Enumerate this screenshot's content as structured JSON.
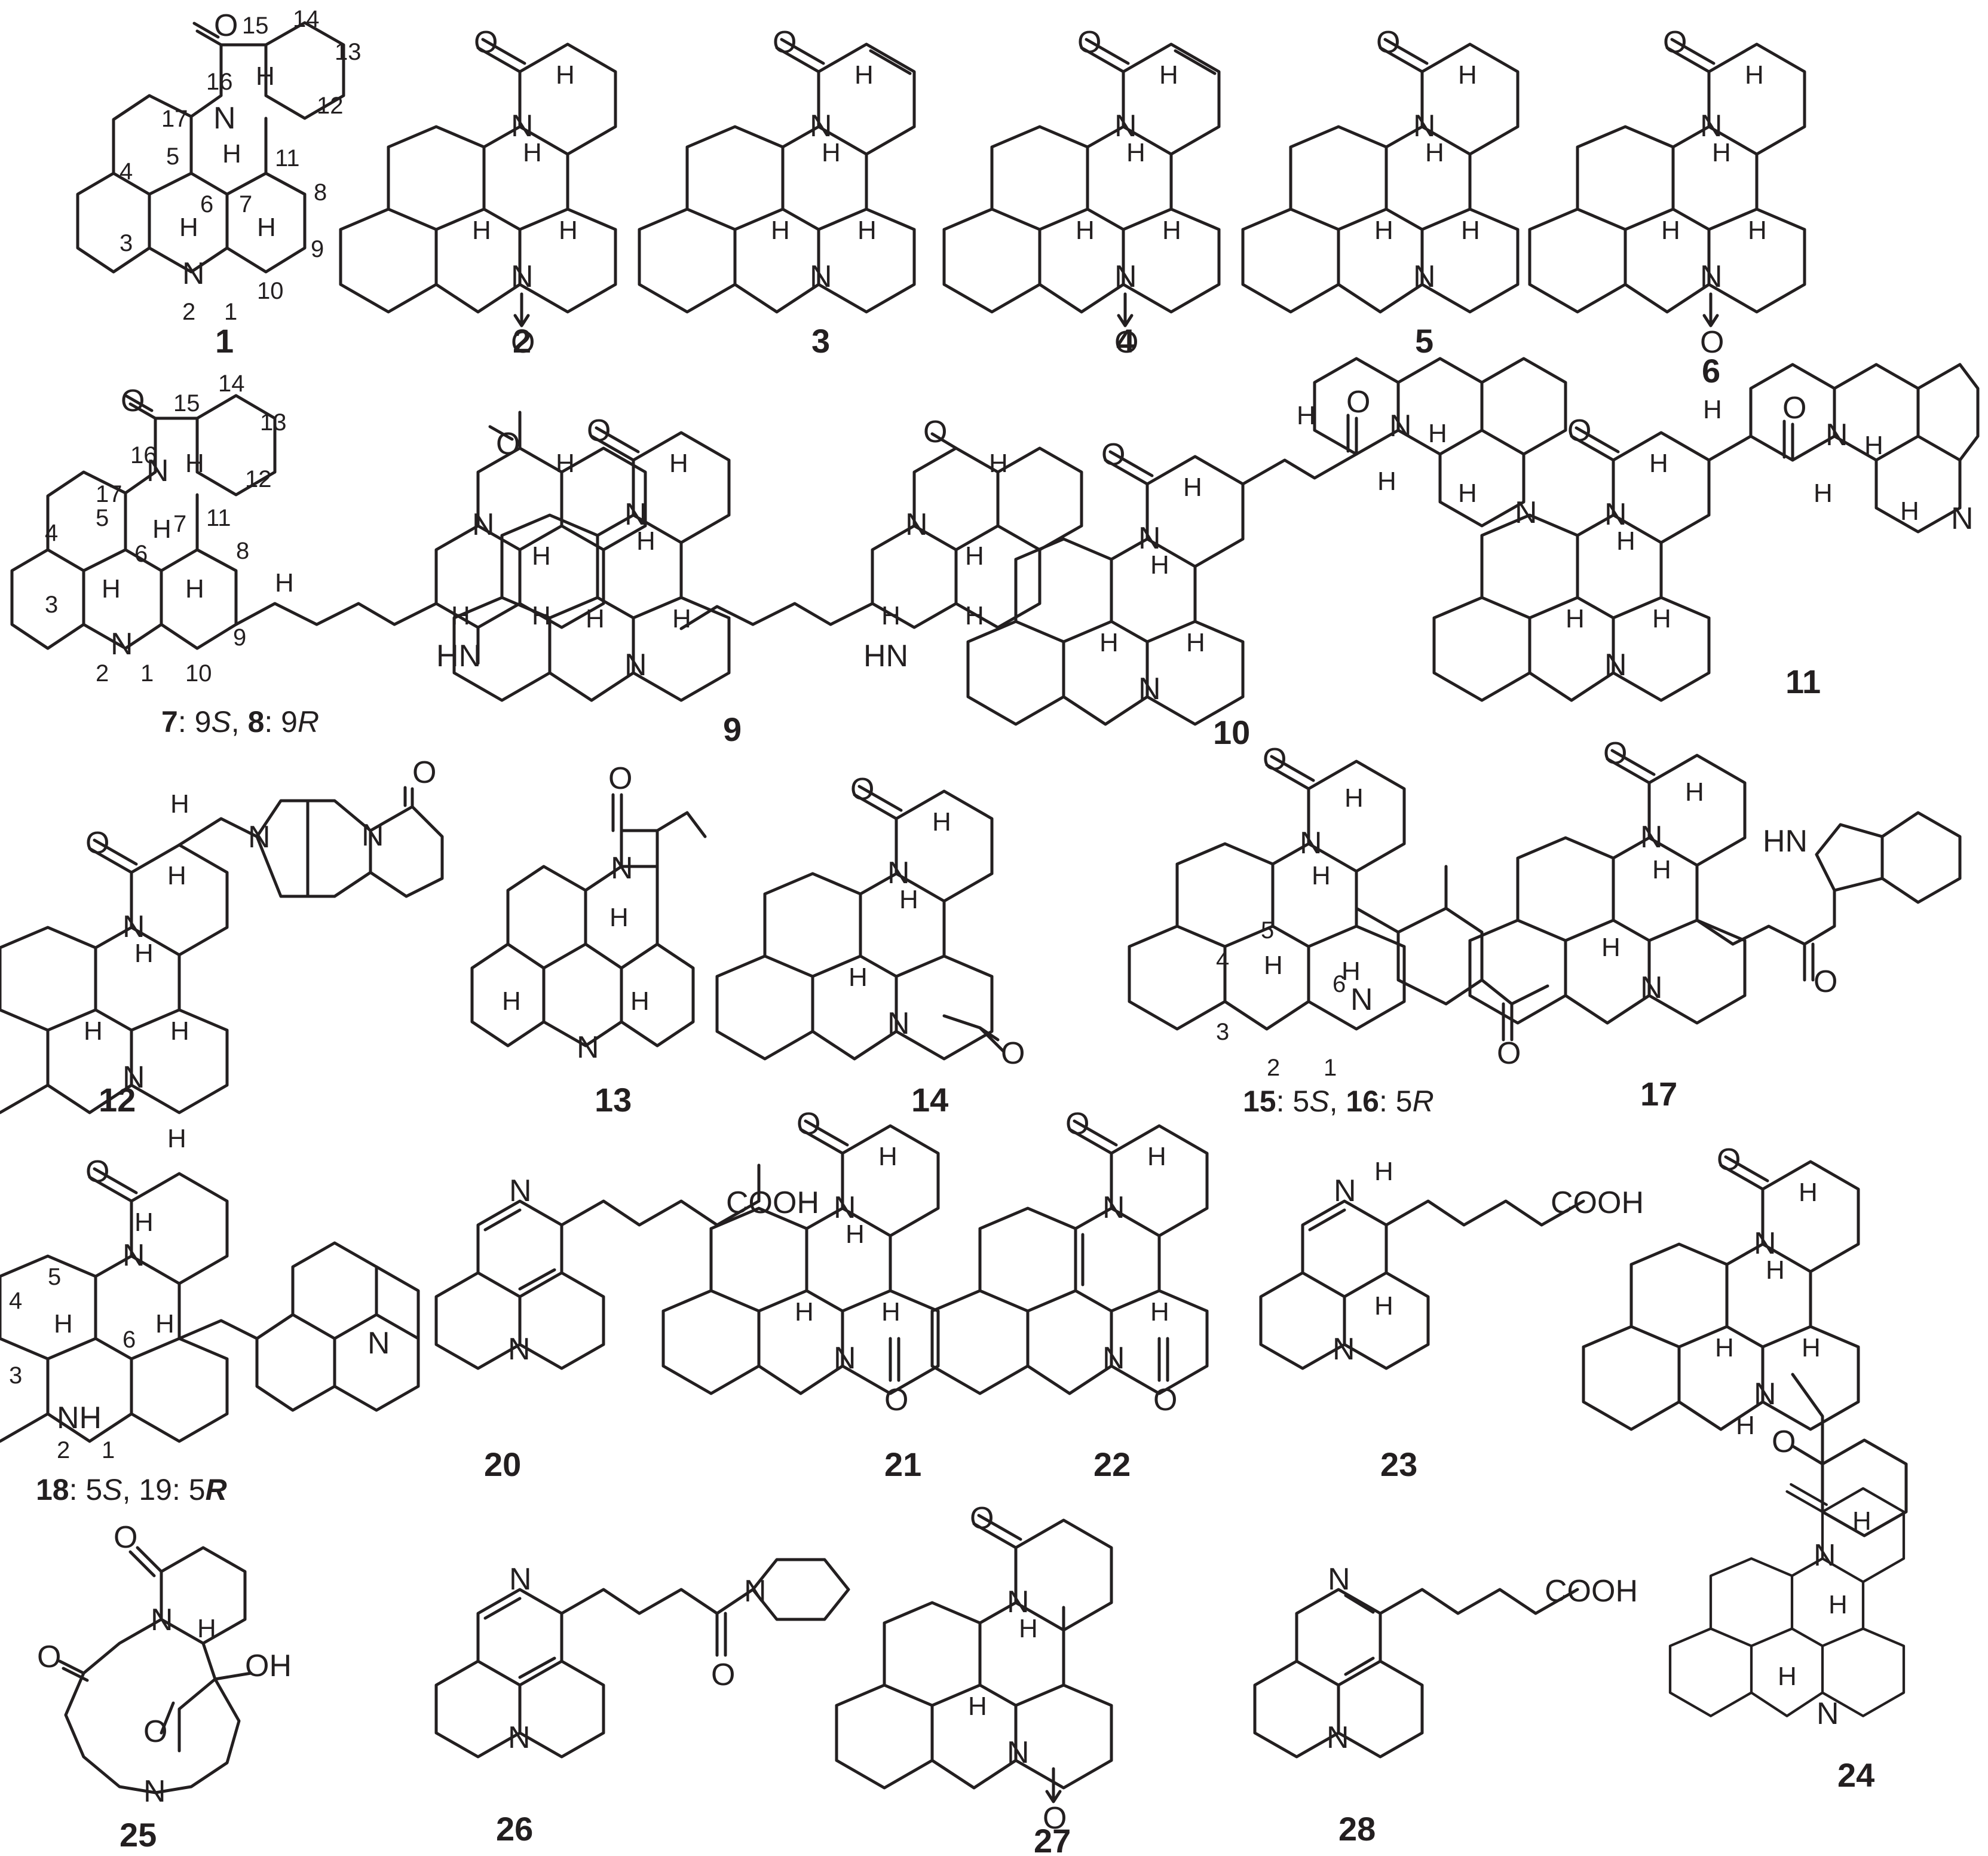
{
  "compounds": {
    "c1": "1",
    "c2": "2",
    "c3": "3",
    "c4": "4",
    "c5": "5",
    "c6": "6",
    "c9": "9",
    "c10": "10",
    "c11": "11",
    "c12": "12",
    "c13": "13",
    "c14": "14",
    "c17": "17",
    "c20": "20",
    "c21": "21",
    "c22": "22",
    "c23": "23",
    "c24": "24",
    "c25": "25",
    "c26": "26",
    "c27": "27",
    "c28": "28"
  },
  "captions": {
    "cap78": {
      "a": "7",
      "b": ": 9",
      "c": "S",
      "d": ", ",
      "e": "8",
      "f": ": 9",
      "g": "R"
    },
    "cap1516": {
      "a": "15",
      "b": ": 5",
      "c": "S",
      "d": ",  ",
      "e": "16",
      "f": ": 5",
      "g": "R"
    },
    "cap1819": {
      "a": "18",
      "b": ": 5",
      "c": "S",
      "d": ", 19: 5",
      "e": "R"
    }
  },
  "atoms": {
    "O": "O",
    "N": "N",
    "H": "H",
    "HN": "HN",
    "NH": "NH",
    "OH": "OH",
    "COOH": "COOH"
  },
  "numbering": {
    "n1": "1",
    "n2": "2",
    "n3": "3",
    "n4": "4",
    "n5": "5",
    "n6": "6",
    "n7": "7",
    "n8": "8",
    "n9": "9",
    "n10": "10",
    "n11": "11",
    "n12": "12",
    "n13": "13",
    "n14": "14",
    "n15": "15",
    "n16": "16",
    "n17": "17"
  },
  "style": {
    "ink": "#231f20",
    "background": "#ffffff"
  }
}
